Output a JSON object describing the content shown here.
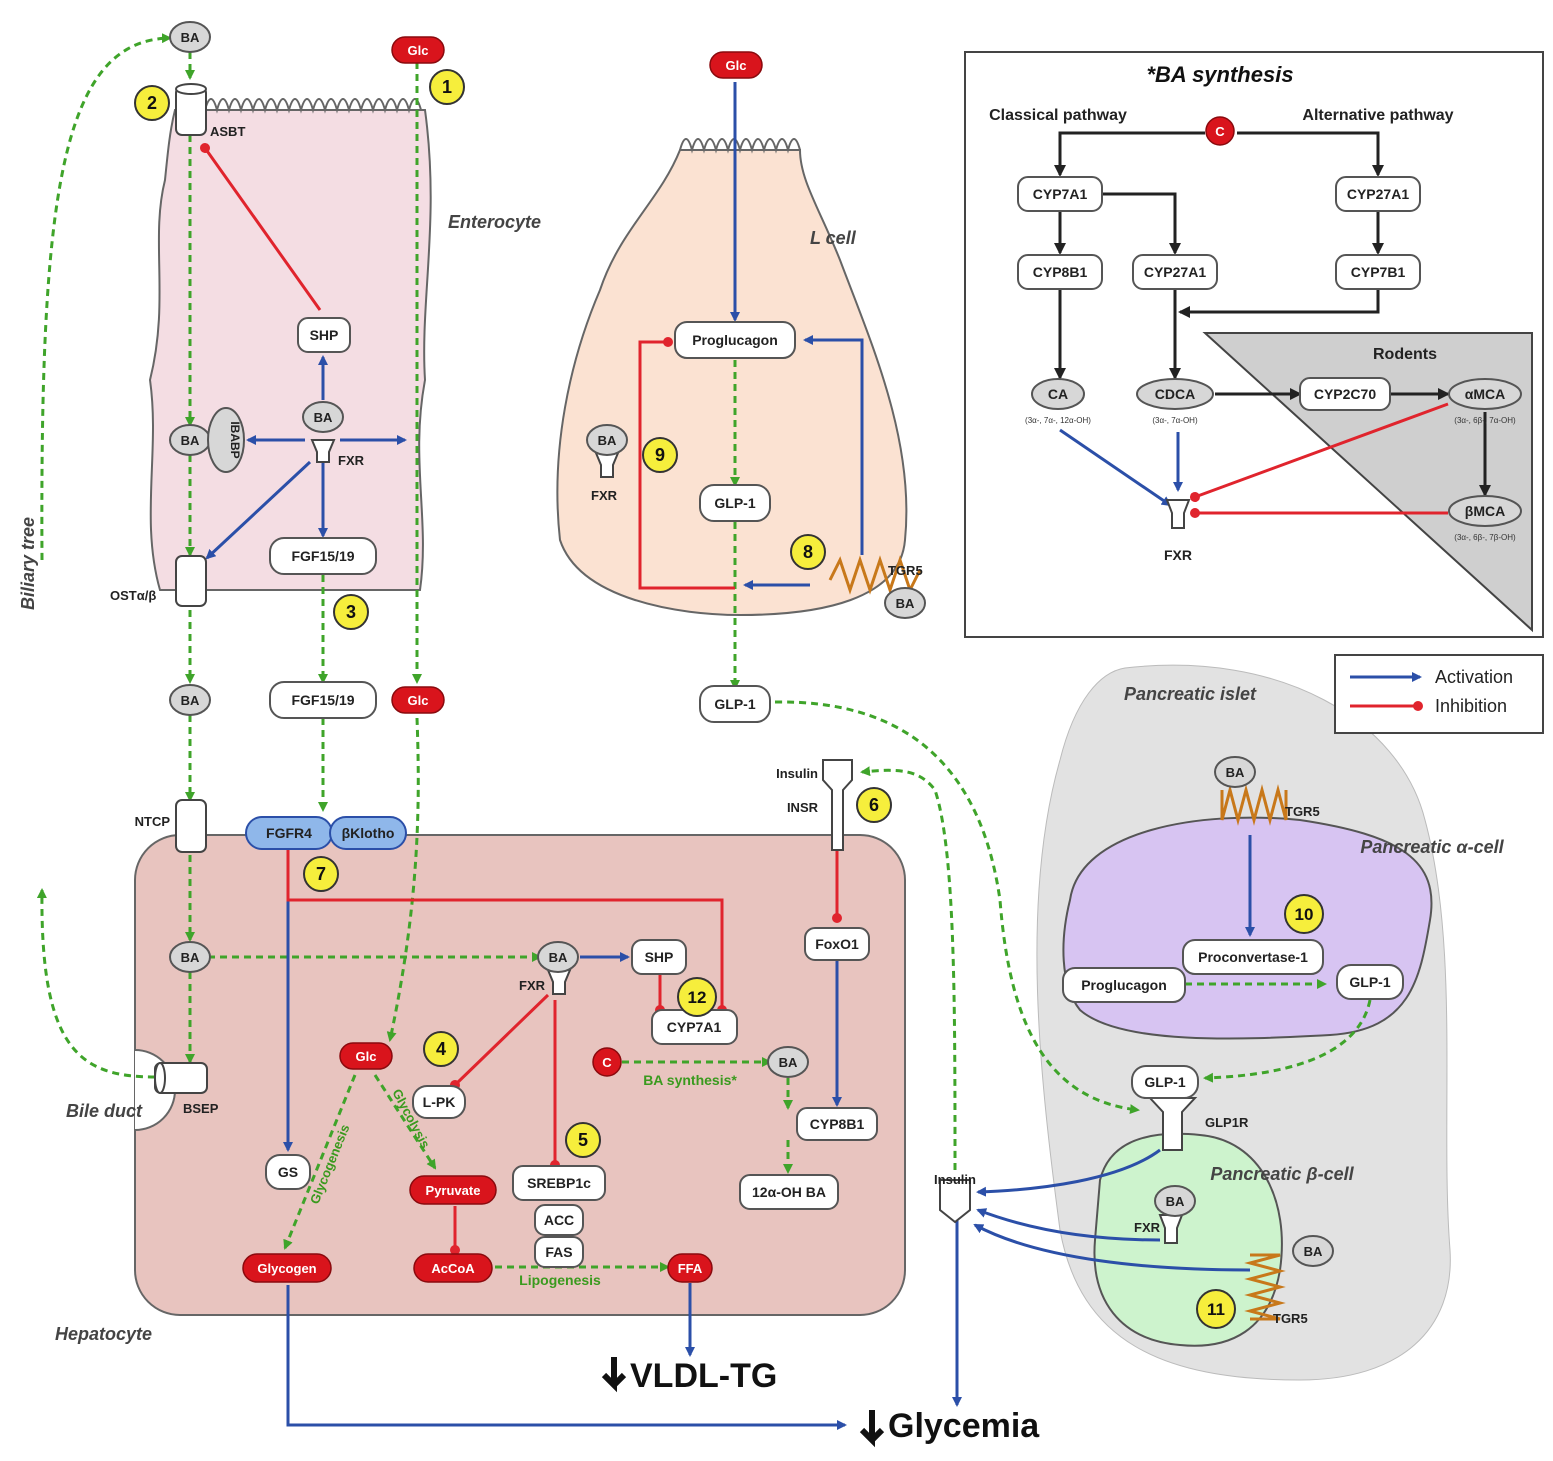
{
  "panel": {
    "title": "*BA synthesis",
    "classical": "Classical pathway",
    "alternative": "Alternative pathway",
    "rodents": "Rodents"
  },
  "legend": {
    "activation": "Activation",
    "inhibition": "Inhibition"
  },
  "cells": {
    "enterocyte": "Enterocyte",
    "lcell": "L cell",
    "hepatocyte": "Hepatocyte",
    "biliary": "Biliary tree",
    "bileduct": "Bile duct",
    "islet": "Pancreatic islet",
    "alpha": "Pancreatic α-cell",
    "beta": "Pancreatic β-cell"
  },
  "labels": {
    "ba": "BA",
    "glc": "Glc",
    "c": "C",
    "asbt": "ASBT",
    "shp": "SHP",
    "fxr": "FXR",
    "ibabp": "IBABP",
    "ost": "OSTα/β",
    "fgf": "FGF15/19",
    "ntcp": "NTCP",
    "bsep": "BSEP",
    "fgfr4": "FGFR4",
    "klotho": "βKlotho",
    "proglucagon": "Proglucagon",
    "glp1": "GLP-1",
    "tgr5": "TGR5",
    "insulin": "Insulin",
    "insr": "INSR",
    "foxo1": "FoxO1",
    "cyp7a1": "CYP7A1",
    "cyp8b1": "CYP8B1",
    "cyp27a1": "CYP27A1",
    "cyp7b1": "CYP7B1",
    "cyp2c70": "CYP2C70",
    "ca": "CA",
    "cdca": "CDCA",
    "amca": "αMCA",
    "bmca": "βMCA",
    "ca_sub": "(3α-, 7α-, 12α-OH)",
    "cdca_sub": "(3α-, 7α-OH)",
    "amca_sub": "(3α-, 6β-, 7α-OH)",
    "bmca_sub": "(3α-, 6β-, 7β-OH)",
    "oh12": "12α-OH BA",
    "lpk": "L-PK",
    "srebp": "SREBP1c",
    "acc": "ACC",
    "fas": "FAS",
    "gs": "GS",
    "pyruvate": "Pyruvate",
    "glycogen": "Glycogen",
    "accoa": "AcCoA",
    "ffa": "FFA",
    "glycolysis": "Glycolysis",
    "glycogenesis": "Glycogenesis",
    "lipogenesis": "Lipogenesis",
    "basynth": "BA synthesis*",
    "proconv": "Proconvertase-1",
    "glp1r": "GLP1R",
    "vldl": "VLDL-TG",
    "glycemia": "Glycemia"
  },
  "numbers": [
    "1",
    "2",
    "3",
    "4",
    "5",
    "6",
    "7",
    "8",
    "9",
    "10",
    "11",
    "12"
  ],
  "colors": {
    "activation": "#2b4fa8",
    "inhibition": "#e0242d",
    "flow": "#3fa42a",
    "highlight": "#f6ee3c"
  }
}
